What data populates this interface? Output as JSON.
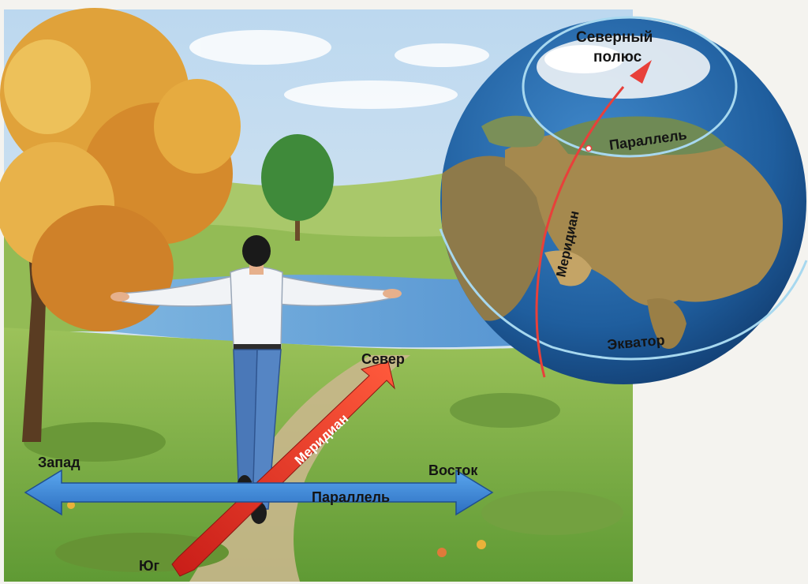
{
  "landscape": {
    "north": "Север",
    "south": "Юг",
    "west": "Запад",
    "east": "Восток",
    "meridian": "Меридиан",
    "parallel": "Параллель"
  },
  "globe": {
    "north_pole_line1": "Северный",
    "north_pole_line2": "полюс",
    "parallel": "Параллель",
    "meridian": "Меридиан",
    "equator": "Экватор"
  },
  "colors": {
    "meridian_arrow": "#e53a2c",
    "parallel_arrow": "#3f86d6",
    "globe_line": "#9fd2ea",
    "globe_meridian": "#e8403a"
  }
}
